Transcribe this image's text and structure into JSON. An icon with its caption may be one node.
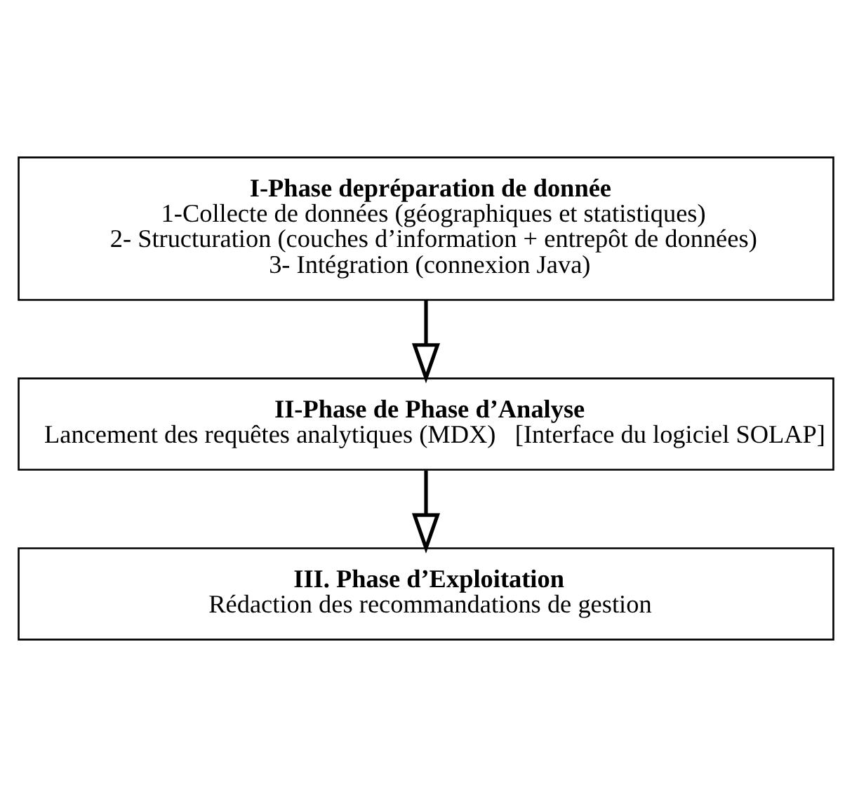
{
  "diagram": {
    "nodes": [
      {
        "text": [
          "I-Phase depréparation de donnée",
          "1-Collecte de données (géographiques et statistiques)",
          "2- Structuration (couches d’information + entrepôt de données)",
          "3- Intégration (connexion Java)"
        ]
      },
      {
        "text": [
          "II-Phase de Phase d’Analyse",
          "Lancement des requêtes analytiques (MDX)   [Interface du logiciel SOLAP]"
        ]
      },
      {
        "text": [
          "III. Phase d’Exploitation",
          "Rédaction des recommandations de gestion"
        ]
      }
    ],
    "edges": [
      {
        "from": 0,
        "to": 1,
        "arrow": "to"
      },
      {
        "from": 1,
        "to": 2,
        "arrow": "to"
      }
    ]
  }
}
